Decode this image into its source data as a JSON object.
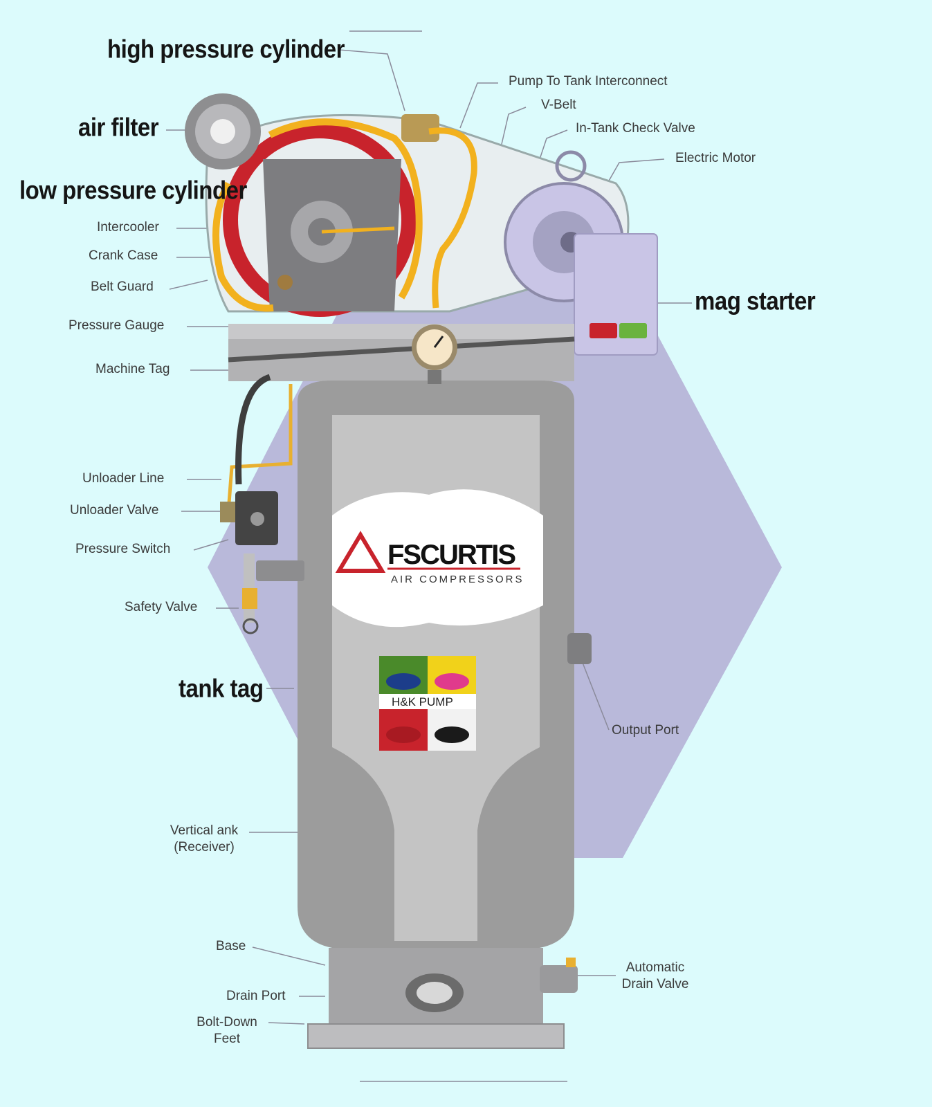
{
  "labels": {
    "high_pressure_cylinder": "high pressure cylinder",
    "air_filter": "air filter",
    "low_pressure_cylinder": "low pressure cylinder",
    "intercooler": "Intercooler",
    "crank_case": "Crank Case",
    "belt_guard": "Belt Guard",
    "pressure_gauge": "Pressure Gauge",
    "machine_tag": "Machine Tag",
    "unloader_line": "Unloader Line",
    "unloader_valve": "Unloader Valve",
    "pressure_switch": "Pressure Switch",
    "safety_valve": "Safety Valve",
    "tank_tag": "tank tag",
    "vertical_tank_line1": "Vertical  ank",
    "vertical_tank_line2": "(Receiver)",
    "base": "Base",
    "drain_port": "Drain Port",
    "bolt_down_line1": "Bolt-Down",
    "bolt_down_line2": "Feet",
    "pump_to_tank": "Pump To Tank Interconnect",
    "v_belt": "V-Belt",
    "in_tank_check_valve": "In-Tank Check Valve",
    "electric_motor": "Electric Motor",
    "mag_starter": "mag starter",
    "output_port": "Output Port",
    "automatic_drain_line1": "Automatic",
    "automatic_drain_line2": "Drain Valve"
  },
  "logo": {
    "brand": "FSCURTIS",
    "subtitle": "AIR COMPRESSORS"
  },
  "tank_tag_sticker": {
    "text": "H&K  PUMP"
  },
  "colors": {
    "background": "#dcfbfc",
    "hexagon": "#b9b9da",
    "tank": "#9c9c9c",
    "tank_light": "#c4c4c4",
    "pipe_yellow": "#f2b11e",
    "flywheel_red": "#c8232c",
    "logo_red": "#c8232c",
    "motor": "#c9c5e6",
    "button_red": "#c8232c",
    "button_green": "#6ab33e"
  }
}
